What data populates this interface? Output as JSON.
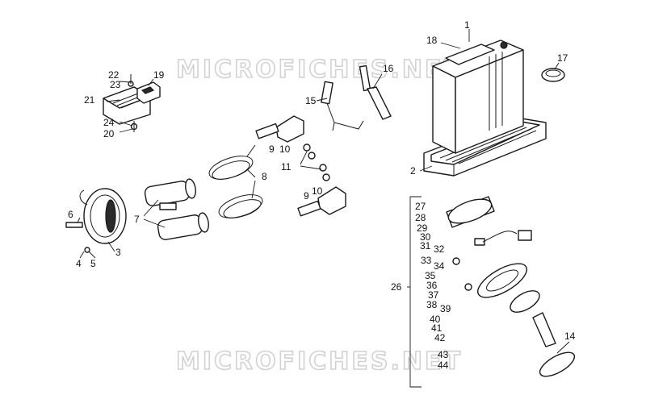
{
  "watermark": "MICROFICHES.NET",
  "callouts": {
    "n1": "1",
    "n2": "2",
    "n3": "3",
    "n4": "4",
    "n5": "5",
    "n6": "6",
    "n7": "7",
    "n8": "8",
    "n9": "9",
    "n9b": "9",
    "n10": "10",
    "n10b": "10",
    "n11": "11",
    "n14": "14",
    "n15": "15",
    "n16": "16",
    "n17": "17",
    "n18": "18",
    "n19": "19",
    "n20": "20",
    "n21": "21",
    "n22": "22",
    "n23": "23",
    "n24": "24",
    "n26": "26",
    "n27": "27",
    "n28": "28",
    "n29": "29",
    "n30": "30",
    "n31": "31",
    "n32": "32",
    "n33": "33",
    "n34": "34",
    "n35": "35",
    "n36": "36",
    "n37": "37",
    "n38": "38",
    "n39": "39",
    "n40": "40",
    "n41": "41",
    "n42": "42",
    "n43": "43",
    "n44": "44"
  }
}
